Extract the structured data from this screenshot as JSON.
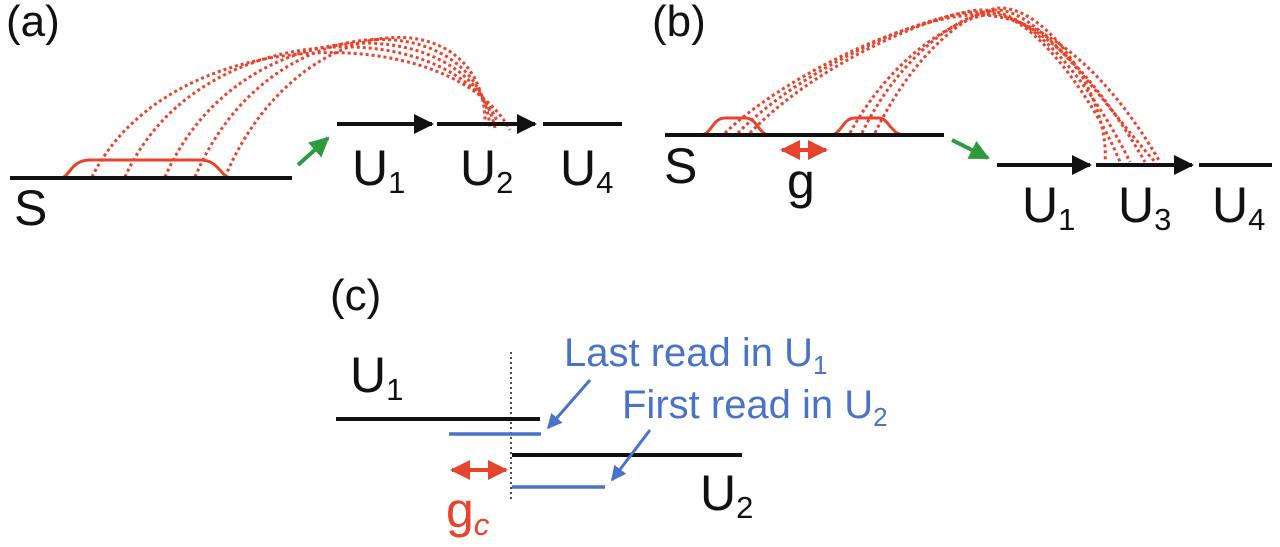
{
  "panels": {
    "a": {
      "label": "(a)",
      "contigs": [
        "S",
        "U",
        "U",
        "U"
      ],
      "subs": [
        "1",
        "2",
        "4"
      ]
    },
    "b": {
      "label": "(b)",
      "contigs": [
        "S",
        "U",
        "U",
        "U"
      ],
      "subs": [
        "1",
        "3",
        "4"
      ],
      "gap": "g"
    },
    "c": {
      "label": "(c)",
      "u1": "U",
      "u1_sub": "1",
      "u2": "U",
      "u2_sub": "2",
      "last_read": "Last read in U",
      "last_read_sub": "1",
      "first_read": "First read in U",
      "first_read_sub": "2",
      "gap": "g",
      "gap_sub": "c"
    }
  },
  "colors": {
    "contig": "#111111",
    "read_link": "#e8432c",
    "step_arrow": "#2e9a3e",
    "read": "#4a72c8",
    "gap_arrow": "#e8432c"
  }
}
